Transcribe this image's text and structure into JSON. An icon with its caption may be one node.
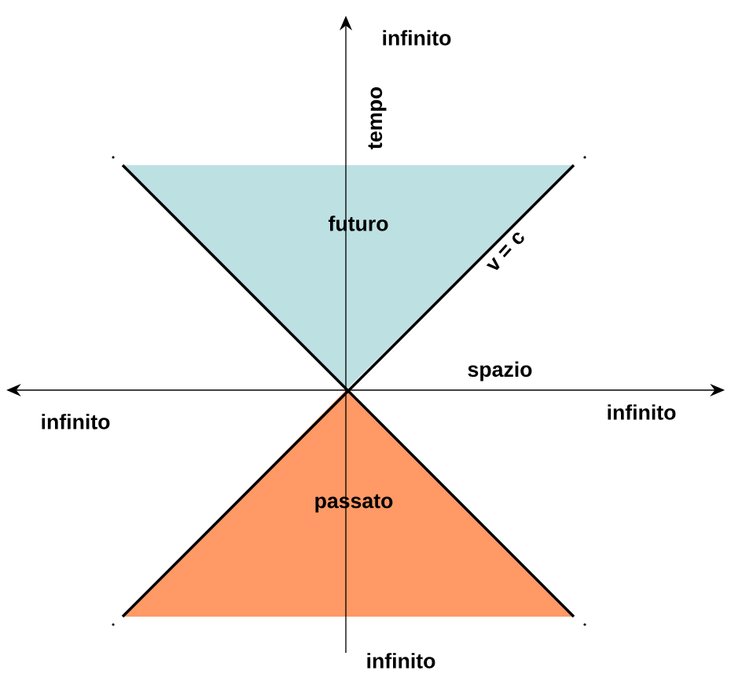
{
  "diagram": {
    "nodes": [
      {
        "text": [
          "futuro"
        ]
      },
      {
        "text": [
          "passato"
        ]
      }
    ],
    "labels": [
      "infinito",
      "tempo",
      "v = c",
      "spazio",
      "infinito",
      "infinito",
      "infinito"
    ]
  }
}
